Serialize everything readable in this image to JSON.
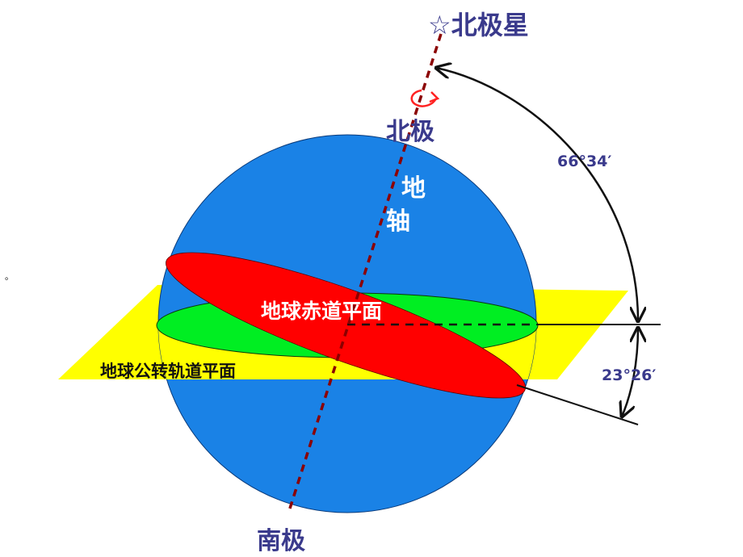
{
  "labels": {
    "polaris": "☆北极星",
    "north_pole": "北极",
    "south_pole": "南极",
    "earth_axis_1": "地",
    "earth_axis_2": "轴",
    "equator_plane": "地球赤道平面",
    "orbit_plane": "地球公转轨道平面",
    "angle_axis_orbit": "66°34′",
    "angle_obliquity": "23°26′",
    "stray_mark": "。"
  },
  "colors": {
    "globe": "#1a82e6",
    "equator_plane": "#ff0000",
    "orbit_plane_ellipse": "#00ee22",
    "orbit_plane_sheet": "#ffff00",
    "axis": "#8b0000",
    "label_navy": "#3a3a8c",
    "rotation_arrow": "#ff2222"
  },
  "icons": {
    "polaris": "star-outline-icon",
    "rotation": "rotation-arrow-icon"
  }
}
